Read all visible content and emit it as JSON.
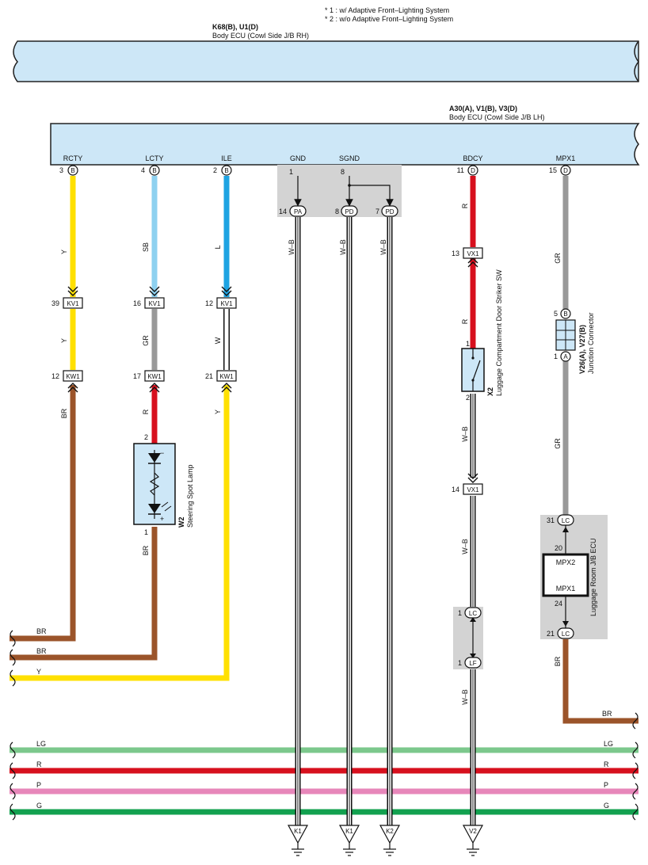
{
  "notes": [
    "* 1 : w/ Adaptive Front–Lighting System",
    "* 2 : w/o Adaptive Front–Lighting System"
  ],
  "ecu_rh": {
    "code": "K68(B), U1(D)",
    "name": "Body ECU (Cowl Side J/B RH)"
  },
  "ecu_lh": {
    "code": "A30(A), V1(B), V3(D)",
    "name": "Body ECU (Cowl Side J/B LH)"
  },
  "terminals": {
    "rcty": {
      "label": "RCTY",
      "pin": "3",
      "conn": "B"
    },
    "lcty": {
      "label": "LCTY",
      "pin": "4",
      "conn": "B"
    },
    "ile": {
      "label": "ILE",
      "pin": "2",
      "conn": "B"
    },
    "gnd": {
      "label": "GND",
      "pin": "1"
    },
    "sgnd": {
      "label": "SGND",
      "pin": "8"
    },
    "bdcy": {
      "label": "BDCY",
      "pin": "11",
      "conn": "D"
    },
    "mpx1": {
      "label": "MPX1",
      "pin": "15",
      "conn": "D"
    }
  },
  "ground_conns": [
    {
      "pin": "14",
      "conn": "PA"
    },
    {
      "pin": "8",
      "conn": "PD"
    },
    {
      "pin": "7",
      "conn": "PD"
    }
  ],
  "wire_codes": {
    "Y": "Y",
    "SB": "SB",
    "L": "L",
    "GR": "GR",
    "W": "W",
    "R": "R",
    "BR": "BR",
    "WB": "W–B",
    "LG": "LG",
    "P": "P",
    "G": "G"
  },
  "inline": {
    "kv1": {
      "name": "KV1",
      "pins": [
        "39",
        "16",
        "12"
      ]
    },
    "kw1": {
      "name": "KW1",
      "pins": [
        "12",
        "17",
        "21"
      ]
    },
    "vx1_top": {
      "name": "VX1",
      "pin": "13"
    },
    "vx1_bot": {
      "name": "VX1",
      "pin": "14"
    },
    "lc_a": {
      "name": "LC",
      "pin": "1"
    },
    "lf": {
      "name": "LF",
      "pin": "1"
    }
  },
  "lamp": {
    "code": "W2",
    "name": "Steering Spot Lamp",
    "pin_top": "2",
    "pin_bot": "1",
    "minus": "−",
    "plus": "+"
  },
  "switch": {
    "code": "X2",
    "name": "Luggage Compartment Door Striker SW",
    "pin_top": "1",
    "pin_bot": "2"
  },
  "junction": {
    "code": "V26(A), V27(B)",
    "name": "Junction Connector",
    "pin_top": "5",
    "conn_top": "B",
    "pin_bot": "1",
    "conn_bot": "A"
  },
  "lr_ecu": {
    "name": "Luggage Room J/B ECU",
    "pin_in": "31",
    "conn_in": "LC",
    "pin_mpx2": "20",
    "label_mpx2": "MPX2",
    "pin_mpx1": "24",
    "label_mpx1": "MPX1",
    "pin_out": "21",
    "conn_out": "LC"
  },
  "grounds": [
    "K1",
    "K1",
    "K2",
    "V2"
  ],
  "colors": {
    "Y": "#FFE000",
    "SB": "#8ED1F0",
    "L": "#1EA3E2",
    "GR": "#999999",
    "R": "#D7101E",
    "BR": "#9B542A",
    "LG": "#7CC88C",
    "P": "#E787BA",
    "G": "#12A14F",
    "ECU": "#CDE7F7"
  }
}
